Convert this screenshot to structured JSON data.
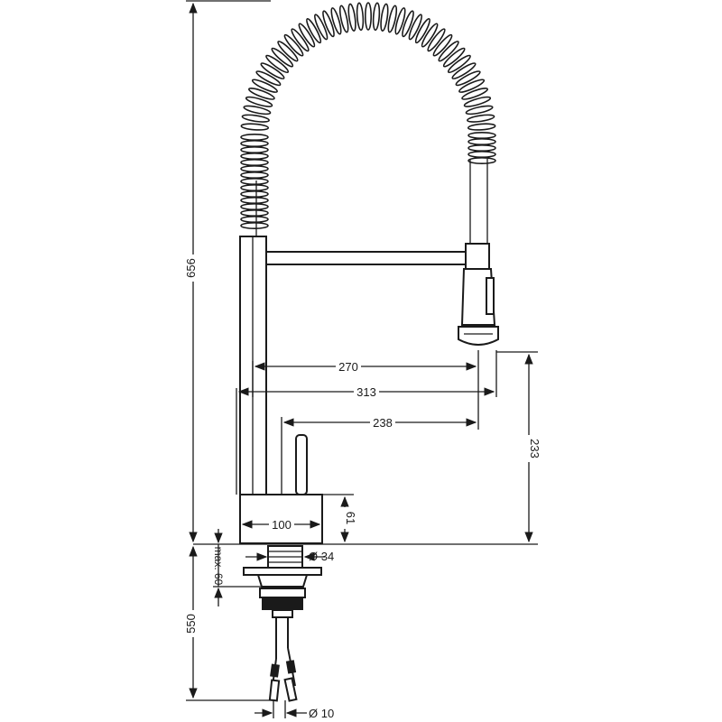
{
  "drawing": {
    "colors": {
      "line": "#1a1a1a",
      "background": "#ffffff"
    },
    "dimensions": {
      "total_height": "656",
      "under_counter": "550",
      "reach_270": "270",
      "reach_313": "313",
      "reach_238": "238",
      "spout_height": "233",
      "base_height": "61",
      "base_width": "100",
      "shank_diameter": "Ø 34",
      "counter_thickness": "max. 60",
      "hose_diameter": "Ø 10"
    }
  }
}
